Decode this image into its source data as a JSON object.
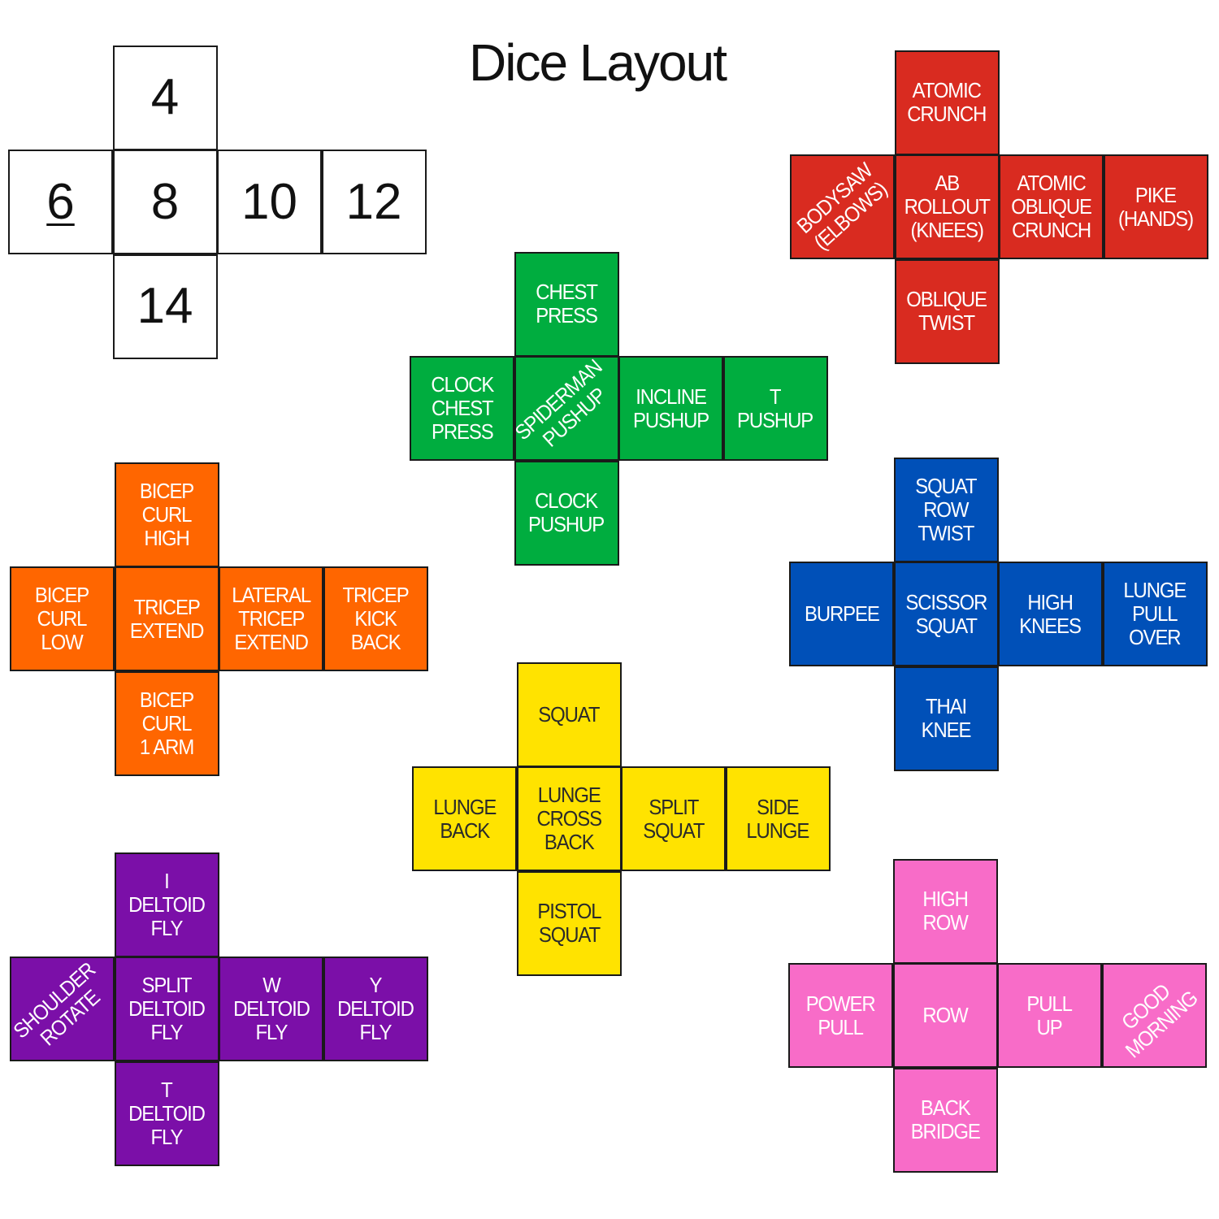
{
  "title": "Dice Layout",
  "dice": [
    {
      "name": "number-die",
      "color": "#ffffff",
      "faces": [
        {
          "lines": [
            "4"
          ]
        },
        {
          "lines": [
            "6"
          ],
          "underline": true
        },
        {
          "lines": [
            "8"
          ]
        },
        {
          "lines": [
            "10"
          ]
        },
        {
          "lines": [
            "12"
          ]
        },
        {
          "lines": [
            "14"
          ]
        }
      ]
    },
    {
      "name": "core-die",
      "color": "#d92b20",
      "faces": [
        {
          "lines": [
            "ATOMIC",
            "CRUNCH"
          ]
        },
        {
          "lines": [
            "BODYSAW",
            "(ELBOWS)"
          ],
          "diagonal": true
        },
        {
          "lines": [
            "AB",
            "ROLLOUT",
            "(KNEES)"
          ]
        },
        {
          "lines": [
            "ATOMIC",
            "OBLIQUE",
            "CRUNCH"
          ]
        },
        {
          "lines": [
            "PIKE",
            "(HANDS)"
          ]
        },
        {
          "lines": [
            "OBLIQUE",
            "TWIST"
          ]
        }
      ]
    },
    {
      "name": "chest-die",
      "color": "#00ad3f",
      "faces": [
        {
          "lines": [
            "CHEST",
            "PRESS"
          ]
        },
        {
          "lines": [
            "CLOCK",
            "CHEST",
            "PRESS"
          ]
        },
        {
          "lines": [
            "SPIDERMAN",
            "PUSHUP"
          ],
          "diagonal": true
        },
        {
          "lines": [
            "INCLINE",
            "PUSHUP"
          ]
        },
        {
          "lines": [
            "T",
            "PUSHUP"
          ]
        },
        {
          "lines": [
            "CLOCK",
            "PUSHUP"
          ]
        }
      ]
    },
    {
      "name": "arms-die",
      "color": "#ff6600",
      "faces": [
        {
          "lines": [
            "BICEP",
            "CURL",
            "HIGH"
          ]
        },
        {
          "lines": [
            "BICEP",
            "CURL",
            "LOW"
          ]
        },
        {
          "lines": [
            "TRICEP",
            "EXTEND"
          ]
        },
        {
          "lines": [
            "LATERAL",
            "TRICEP",
            "EXTEND"
          ]
        },
        {
          "lines": [
            "TRICEP",
            "KICK",
            "BACK"
          ]
        },
        {
          "lines": [
            "BICEP",
            "CURL",
            "1 ARM"
          ]
        }
      ]
    },
    {
      "name": "cardio-die",
      "color": "#0050b8",
      "faces": [
        {
          "lines": [
            "SQUAT",
            "ROW",
            "TWIST"
          ]
        },
        {
          "lines": [
            "BURPEE"
          ]
        },
        {
          "lines": [
            "SCISSOR",
            "SQUAT"
          ]
        },
        {
          "lines": [
            "HIGH",
            "KNEES"
          ]
        },
        {
          "lines": [
            "LUNGE",
            "PULL",
            "OVER"
          ]
        },
        {
          "lines": [
            "THAI",
            "KNEE"
          ]
        }
      ]
    },
    {
      "name": "legs-die",
      "color": "#ffe300",
      "dark": true,
      "faces": [
        {
          "lines": [
            "SQUAT"
          ]
        },
        {
          "lines": [
            "LUNGE",
            "BACK"
          ]
        },
        {
          "lines": [
            "LUNGE",
            "CROSS",
            "BACK"
          ]
        },
        {
          "lines": [
            "SPLIT",
            "SQUAT"
          ]
        },
        {
          "lines": [
            "SIDE",
            "LUNGE"
          ]
        },
        {
          "lines": [
            "PISTOL",
            "SQUAT"
          ]
        }
      ]
    },
    {
      "name": "shoulders-die",
      "color": "#7b0fa8",
      "faces": [
        {
          "lines": [
            "I",
            "DELTOID",
            "FLY"
          ]
        },
        {
          "lines": [
            "SHOULDER",
            "ROTATE"
          ],
          "diagonal": true
        },
        {
          "lines": [
            "SPLIT",
            "DELTOID",
            "FLY"
          ]
        },
        {
          "lines": [
            "W",
            "DELTOID",
            "FLY"
          ]
        },
        {
          "lines": [
            "Y",
            "DELTOID",
            "FLY"
          ]
        },
        {
          "lines": [
            "T",
            "DELTOID",
            "FLY"
          ]
        }
      ]
    },
    {
      "name": "back-die",
      "color": "#f86cc8",
      "faces": [
        {
          "lines": [
            "HIGH",
            "ROW"
          ]
        },
        {
          "lines": [
            "POWER",
            "PULL"
          ]
        },
        {
          "lines": [
            "ROW"
          ]
        },
        {
          "lines": [
            "PULL",
            "UP"
          ]
        },
        {
          "lines": [
            "GOOD",
            "MORNING"
          ],
          "diagonal": true
        },
        {
          "lines": [
            "BACK",
            "BRIDGE"
          ]
        }
      ]
    }
  ]
}
